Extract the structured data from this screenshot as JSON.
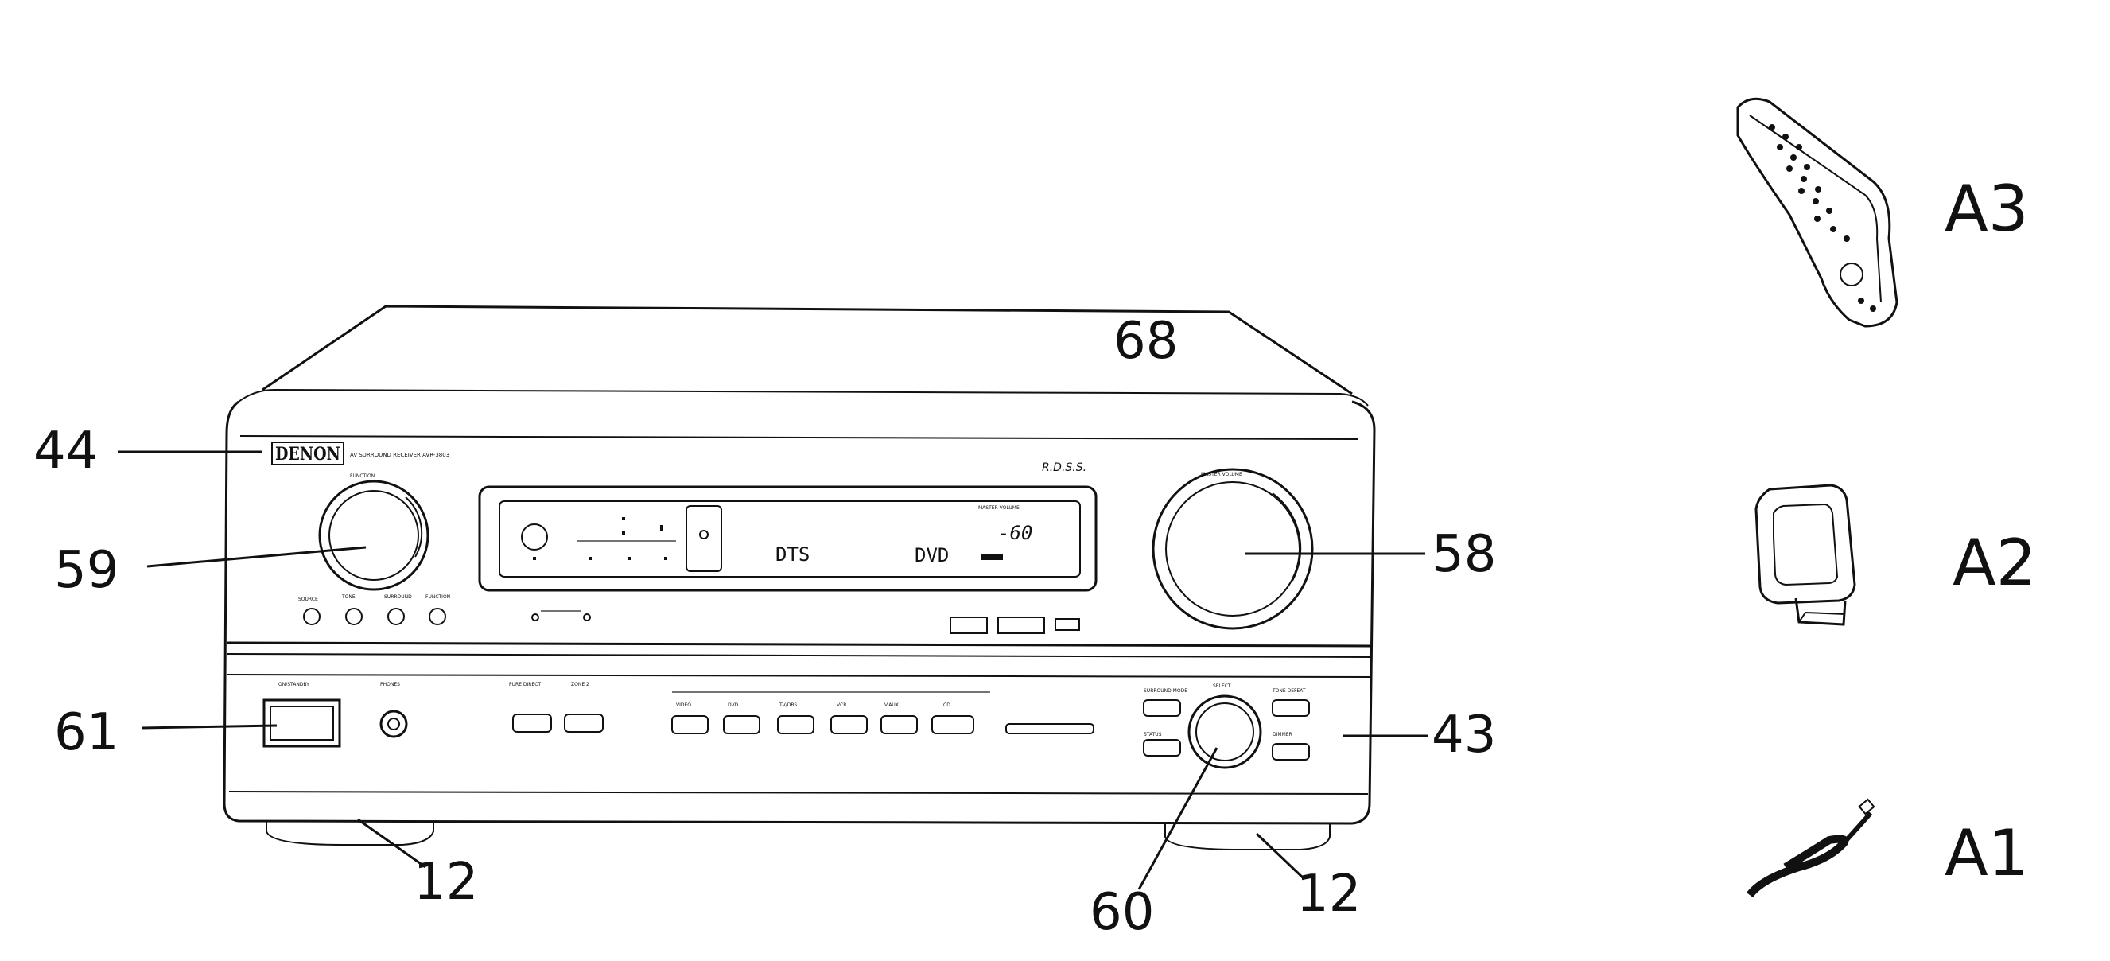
{
  "receiver": {
    "brand": "DENON",
    "model_line": "AV SURROUND RECEIVER AVR-3803",
    "badge": "R.D.S.S.",
    "function_label": "FUNCTION",
    "volume_label": "MASTER VOLUME",
    "display": {
      "format": "DTS",
      "source": "DVD",
      "level": "-60",
      "level_caption": "MASTER VOLUME"
    },
    "knob_buttons": [
      "SOURCE",
      "TONE",
      "SURROUND",
      "FUNCTION"
    ],
    "lower_labels": {
      "on_standby": "ON/STANDBY",
      "phones": "PHONES",
      "pure_direct": "PURE DIRECT",
      "zone": "ZONE 2",
      "select": "SELECT"
    },
    "input_buttons": [
      "VIDEO",
      "DVD",
      "TV/DBS",
      "VCR",
      "V.AUX",
      "CD"
    ],
    "right_buttons": [
      "SURROUND MODE",
      "TONE DEFEAT",
      "DIMMER",
      "STATUS"
    ]
  },
  "reference_numerals": {
    "r44": "44",
    "r59": "59",
    "r61": "61",
    "r68": "68",
    "r58": "58",
    "r43": "43",
    "r12a": "12",
    "r12b": "12",
    "r60": "60"
  },
  "accessories": {
    "a3": "A3",
    "a2": "A2",
    "a1": "A1"
  },
  "colors": {
    "ink": "#111111",
    "paper": "#ffffff"
  }
}
